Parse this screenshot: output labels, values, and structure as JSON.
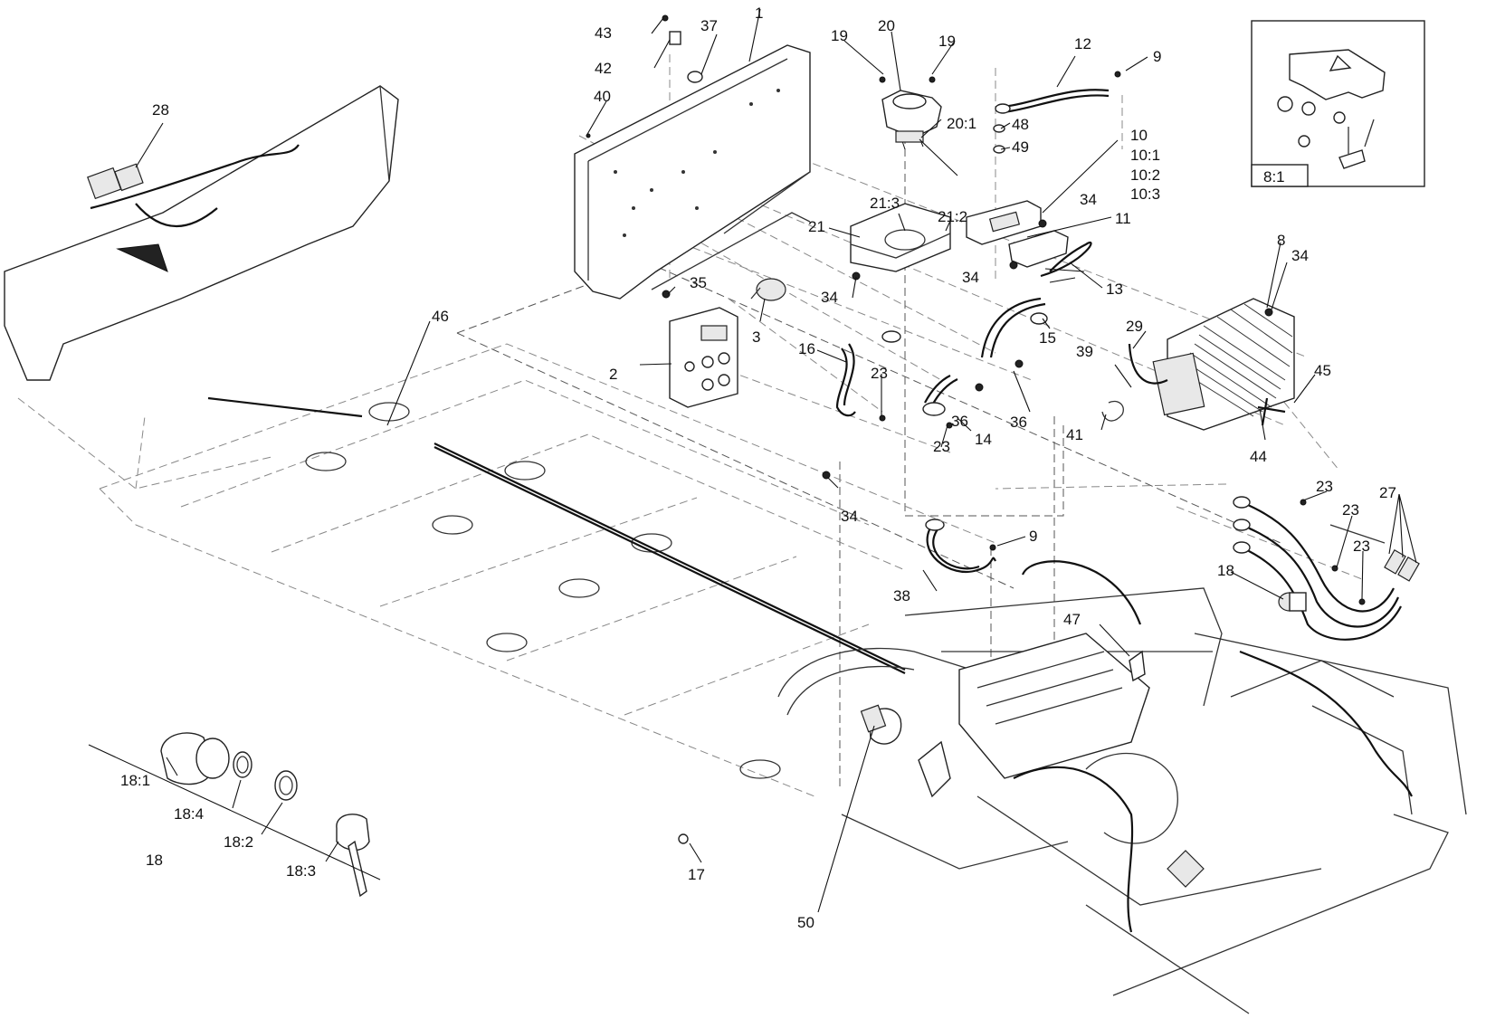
{
  "callouts": [
    {
      "id": "c1",
      "text": "1"
    },
    {
      "id": "c2",
      "text": "2"
    },
    {
      "id": "c3",
      "text": "3"
    },
    {
      "id": "c8",
      "text": "8"
    },
    {
      "id": "c8-1",
      "text": "8:1"
    },
    {
      "id": "c9a",
      "text": "9"
    },
    {
      "id": "c9b",
      "text": "9"
    },
    {
      "id": "c10",
      "text": "10"
    },
    {
      "id": "c10-1",
      "text": "10:1"
    },
    {
      "id": "c10-2",
      "text": "10:2"
    },
    {
      "id": "c10-3",
      "text": "10:3"
    },
    {
      "id": "c11",
      "text": "11"
    },
    {
      "id": "c12",
      "text": "12"
    },
    {
      "id": "c13",
      "text": "13"
    },
    {
      "id": "c14",
      "text": "14"
    },
    {
      "id": "c15",
      "text": "15"
    },
    {
      "id": "c16",
      "text": "16"
    },
    {
      "id": "c17",
      "text": "17"
    },
    {
      "id": "c18a",
      "text": "18"
    },
    {
      "id": "c18b",
      "text": "18"
    },
    {
      "id": "c18-1",
      "text": "18:1"
    },
    {
      "id": "c18-2",
      "text": "18:2"
    },
    {
      "id": "c18-3",
      "text": "18:3"
    },
    {
      "id": "c18-4",
      "text": "18:4"
    },
    {
      "id": "c19a",
      "text": "19"
    },
    {
      "id": "c19b",
      "text": "19"
    },
    {
      "id": "c20",
      "text": "20"
    },
    {
      "id": "c20-1",
      "text": "20:1"
    },
    {
      "id": "c21",
      "text": "21"
    },
    {
      "id": "c21-2",
      "text": "21:2"
    },
    {
      "id": "c21-3",
      "text": "21:3"
    },
    {
      "id": "c23a",
      "text": "23"
    },
    {
      "id": "c23b",
      "text": "23"
    },
    {
      "id": "c23c",
      "text": "23"
    },
    {
      "id": "c23d",
      "text": "23"
    },
    {
      "id": "c23e",
      "text": "23"
    },
    {
      "id": "c27",
      "text": "27"
    },
    {
      "id": "c28",
      "text": "28"
    },
    {
      "id": "c29",
      "text": "29"
    },
    {
      "id": "c34a",
      "text": "34"
    },
    {
      "id": "c34b",
      "text": "34"
    },
    {
      "id": "c34c",
      "text": "34"
    },
    {
      "id": "c34d",
      "text": "34"
    },
    {
      "id": "c34e",
      "text": "34"
    },
    {
      "id": "c35",
      "text": "35"
    },
    {
      "id": "c36a",
      "text": "36"
    },
    {
      "id": "c36b",
      "text": "36"
    },
    {
      "id": "c37",
      "text": "37"
    },
    {
      "id": "c38",
      "text": "38"
    },
    {
      "id": "c39",
      "text": "39"
    },
    {
      "id": "c40",
      "text": "40"
    },
    {
      "id": "c41",
      "text": "41"
    },
    {
      "id": "c42",
      "text": "42"
    },
    {
      "id": "c43",
      "text": "43"
    },
    {
      "id": "c44",
      "text": "44"
    },
    {
      "id": "c45",
      "text": "45"
    },
    {
      "id": "c46",
      "text": "46"
    },
    {
      "id": "c47",
      "text": "47"
    },
    {
      "id": "c48",
      "text": "48"
    },
    {
      "id": "c49",
      "text": "49"
    },
    {
      "id": "c50",
      "text": "50"
    }
  ]
}
